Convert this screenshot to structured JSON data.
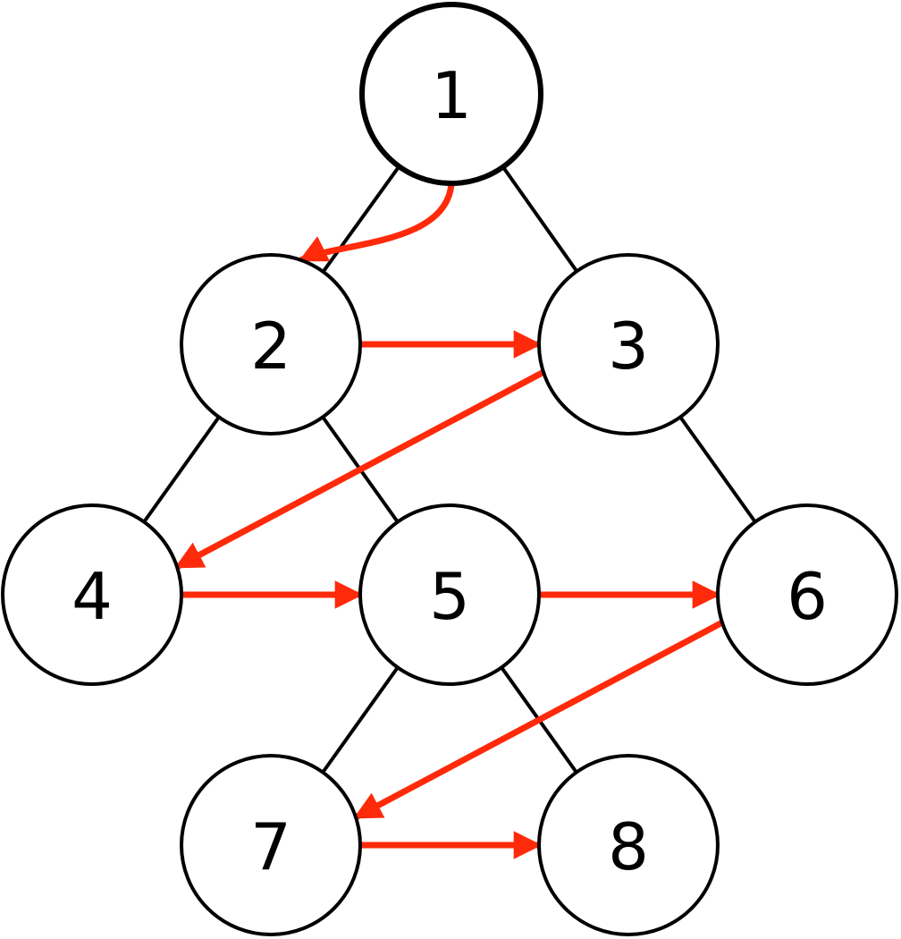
{
  "colors": {
    "node_stroke": "#000000",
    "root_stroke": "#7fd4f8",
    "arrow": "#ff2a0a",
    "edge": "#000000"
  },
  "nodes": [
    {
      "id": "1",
      "label": "1",
      "highlight": true
    },
    {
      "id": "2",
      "label": "2"
    },
    {
      "id": "3",
      "label": "3"
    },
    {
      "id": "4",
      "label": "4"
    },
    {
      "id": "5",
      "label": "5"
    },
    {
      "id": "6",
      "label": "6"
    },
    {
      "id": "7",
      "label": "7"
    },
    {
      "id": "8",
      "label": "8"
    }
  ],
  "tree_edges": [
    [
      "1",
      "2"
    ],
    [
      "1",
      "3"
    ],
    [
      "2",
      "4"
    ],
    [
      "2",
      "5"
    ],
    [
      "3",
      "6"
    ],
    [
      "5",
      "7"
    ],
    [
      "5",
      "8"
    ]
  ],
  "traversal_order": [
    "1",
    "2",
    "3",
    "4",
    "5",
    "6",
    "7",
    "8"
  ]
}
